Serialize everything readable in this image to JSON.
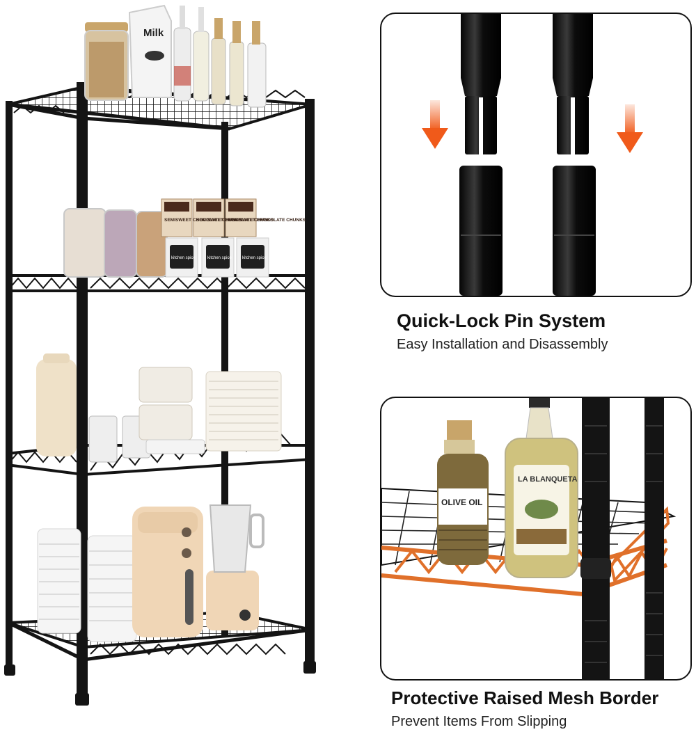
{
  "products": {
    "milk_carton_label": "Milk",
    "chocolate_box_labels": [
      "SEMISWEET CHOCOLATE CHUNKS",
      "SEMISWEET CHOCOLATE CHUNKS",
      "SEMISWEET CHOCOLATE CHUNKS"
    ],
    "spice_jar_label": "kitchen spice",
    "olive_oil_small_label": "OLIVE OIL",
    "olive_oil_large_label": "LA BLANQUETA"
  },
  "features": [
    {
      "title": "Quick-Lock Pin System",
      "subtitle": "Easy Installation and Disassembly"
    },
    {
      "title": "Protective Raised Mesh Border",
      "subtitle": "Prevent Items From Slipping"
    }
  ],
  "colors": {
    "frame": "#141414",
    "accent_arrow": "#f05a1a",
    "mesh_highlight": "#e0702a",
    "panel_border": "#111111"
  }
}
